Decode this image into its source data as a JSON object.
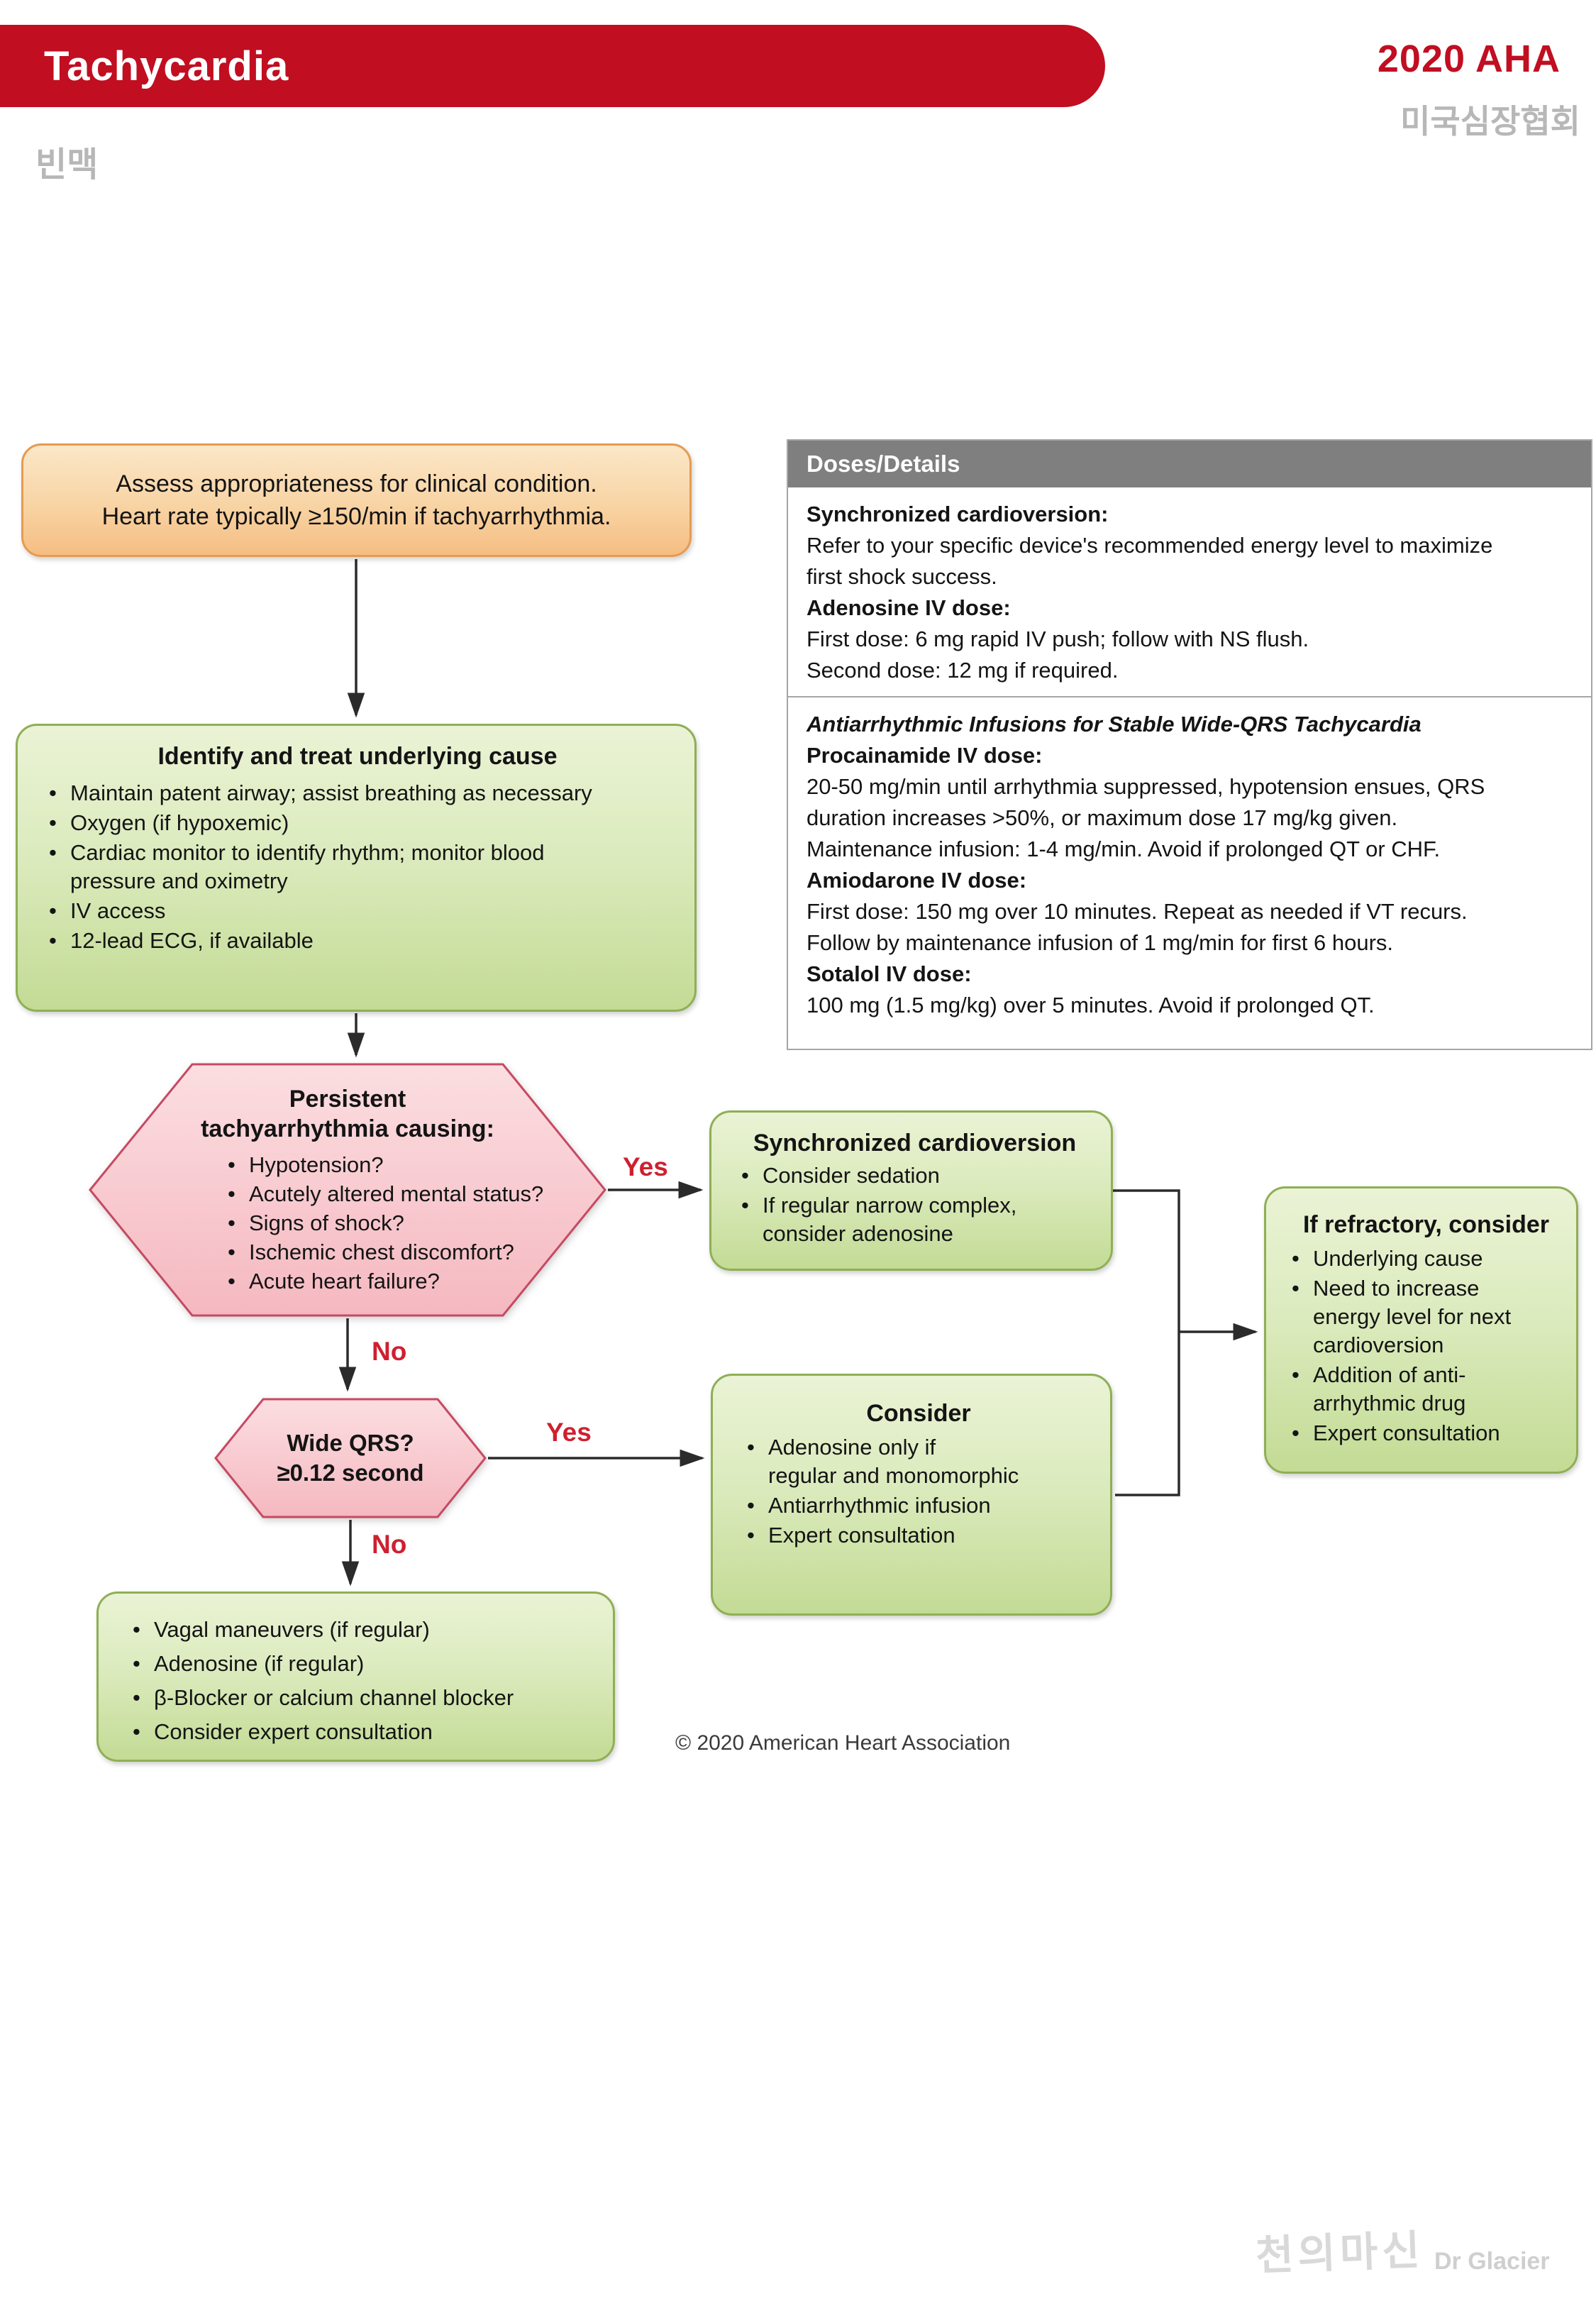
{
  "header": {
    "title": "Tachycardia",
    "org_right": "2020 AHA",
    "org_right_korean": "미국심장협회",
    "title_korean": "빈맥"
  },
  "assess": {
    "line1": "Assess appropriateness for clinical condition.",
    "line2": "Heart rate typically ≥150/min if tachyarrhythmia."
  },
  "identify": {
    "title": "Identify and treat underlying cause",
    "bullets": [
      "Maintain patent airway; assist breathing as necessary",
      "Oxygen (if hypoxemic)",
      "Cardiac monitor to identify rhythm; monitor blood\npressure and oximetry",
      "IV access",
      "12-lead ECG, if available"
    ]
  },
  "doses": {
    "header": "Doses/Details",
    "sync_label": "Synchronized cardioversion:",
    "sync_text": "Refer to your specific device's recommended energy level to maximize first shock success.",
    "adenosine_label": "Adenosine IV dose:",
    "adenosine_line1": "First dose: 6 mg rapid IV push; follow with NS flush.",
    "adenosine_line2": "Second dose: 12 mg if required.",
    "infusions_title": "Antiarrhythmic Infusions for Stable Wide-QRS Tachycardia",
    "procainamide_label": "Procainamide IV dose:",
    "procainamide_text": "20-50 mg/min until arrhythmia suppressed, hypotension ensues, QRS duration increases >50%, or maximum dose 17 mg/kg given. Maintenance infusion: 1-4 mg/min. Avoid if prolonged QT or CHF.",
    "amiodarone_label": "Amiodarone IV dose:",
    "amiodarone_text": "First dose: 150 mg over 10 minutes. Repeat as needed if VT recurs. Follow by maintenance infusion of 1 mg/min for first 6 hours.",
    "sotalol_label": "Sotalol IV dose:",
    "sotalol_text": "100 mg (1.5 mg/kg) over 5 minutes. Avoid if prolonged QT."
  },
  "hex_persistent": {
    "title_line1": "Persistent",
    "title_line2": "tachyarrhythmia causing:",
    "bullets": [
      "Hypotension?",
      "Acutely altered mental status?",
      "Signs of shock?",
      "Ischemic chest discomfort?",
      "Acute heart failure?"
    ]
  },
  "sync_box": {
    "title": "Synchronized cardioversion",
    "bullets": [
      "Consider sedation",
      "If regular narrow complex,\nconsider adenosine"
    ]
  },
  "refractory_box": {
    "title": "If refractory, consider",
    "bullets": [
      "Underlying cause",
      "Need to increase\nenergy level for next\ncardioversion",
      "Addition of anti-\narrhythmic drug",
      "Expert consultation"
    ]
  },
  "hex_wide_qrs": {
    "line1": "Wide QRS?",
    "line2": "≥0.12 second"
  },
  "consider_box": {
    "title": "Consider",
    "bullets": [
      "Adenosine only if\nregular and monomorphic",
      "Antiarrhythmic infusion",
      "Expert consultation"
    ]
  },
  "final_box": {
    "bullets": [
      "Vagal maneuvers (if regular)",
      "Adenosine (if regular)",
      "β-Blocker or calcium channel blocker",
      "Consider expert consultation"
    ]
  },
  "labels": {
    "yes1": "Yes",
    "no1": "No",
    "yes2": "Yes",
    "no2": "No"
  },
  "footer": {
    "copyright": "© 2020 American Heart Association"
  },
  "watermark": {
    "signature": "천의마신",
    "credit": "Dr Glacier"
  },
  "colors": {
    "aha_red": "#C10E21",
    "label_red": "#CE2030",
    "green_box_top": "#EAF3D5",
    "green_box_bottom": "#C3DB95",
    "green_border": "#8FAF55",
    "pink_hex_top": "#FBDEE1",
    "pink_hex_bottom": "#F5B8C0",
    "pink_border": "#C64A62",
    "orange_top": "#FBE7C8",
    "orange_bottom": "#F5BE82",
    "orange_border": "#E59B51",
    "doses_header_bg": "#7F7F7F",
    "line_color": "#2B2B2B"
  }
}
